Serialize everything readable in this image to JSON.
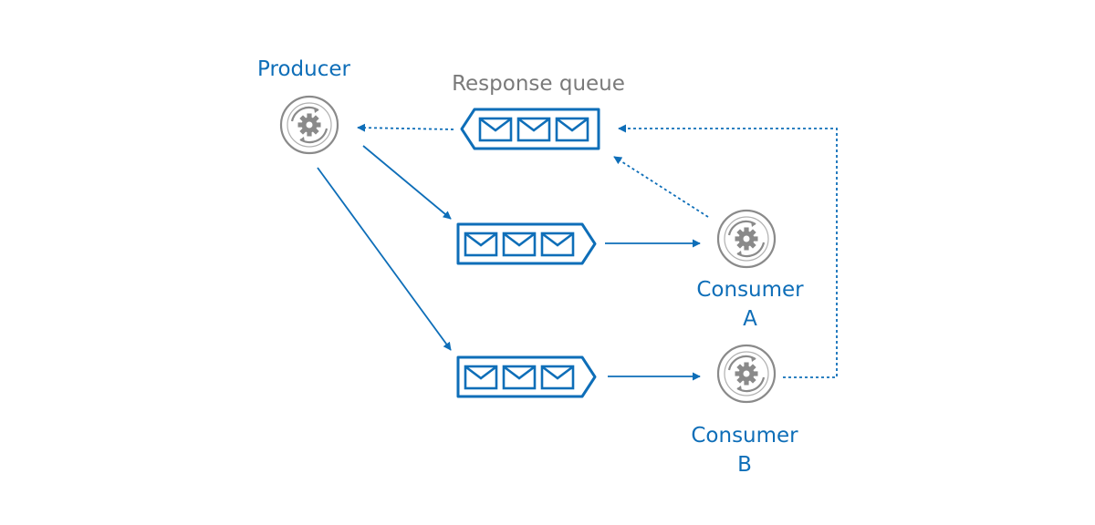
{
  "labels": {
    "producer": "Producer",
    "response_queue": "Response queue",
    "consumer_a_line1": "Consumer",
    "consumer_a_line2": "A",
    "consumer_b_line1": "Consumer",
    "consumer_b_line2": "B"
  },
  "icons": {
    "producer": "gear-service-icon",
    "consumer_a": "gear-service-icon",
    "consumer_b": "gear-service-icon",
    "queue_message": "envelope-icon"
  },
  "colors": {
    "accent_blue": "#0e6eb8",
    "icon_gray": "#8a8a8a",
    "title_gray": "#7a7a7a"
  }
}
